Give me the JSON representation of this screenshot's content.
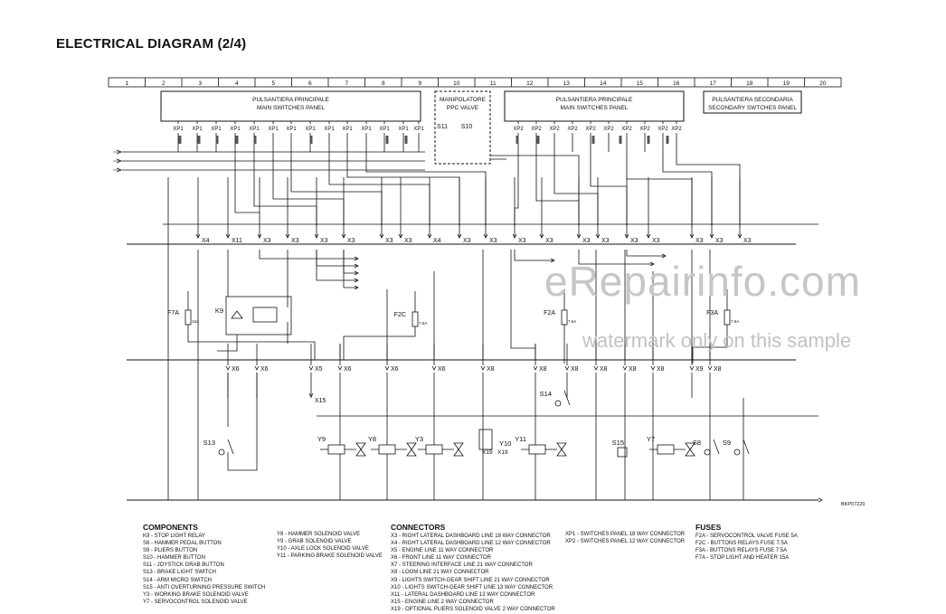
{
  "title": "ELECTRICAL DIAGRAM (2/4)",
  "columns": [
    "1",
    "2",
    "3",
    "4",
    "5",
    "6",
    "7",
    "8",
    "9",
    "10",
    "11",
    "12",
    "13",
    "14",
    "15",
    "16",
    "17",
    "18",
    "19",
    "20"
  ],
  "panels": {
    "main_left": {
      "line1": "PULSANTIERA PRINCIPALE",
      "line2": "MAIN SWITCHES PANEL"
    },
    "ppc": {
      "line1": "MANIPOLATORE",
      "line2": "PPC VALVE"
    },
    "main_right": {
      "line1": "PULSANTIERA PRINCIPALE",
      "line2": "MAIN SWITCHES PANEL"
    },
    "secondary": {
      "line1": "PULSANTIERA SECONDARIA",
      "line2": "SECONDARY SWTCHES PANEL"
    }
  },
  "top_connectors_left": [
    "XP1",
    "XP1",
    "XP1",
    "XP1",
    "XP1",
    "XP1",
    "XP1",
    "XP1",
    "XP1",
    "XP1",
    "XP1",
    "XP1",
    "XP1",
    "XP1"
  ],
  "top_connectors_right": [
    "XP2",
    "XP2",
    "XP2",
    "XP2",
    "XP2",
    "XP2",
    "XP2",
    "XP2",
    "XP2",
    "XP2"
  ],
  "ppc_switches": [
    "S11",
    "S10"
  ],
  "row1_connectors": [
    "X4",
    "X11",
    "X3",
    "X3",
    "X3",
    "X3",
    "X3",
    "X3",
    "X4",
    "X3",
    "X3",
    "X3",
    "X3",
    "X3",
    "X3",
    "X3",
    "X3"
  ],
  "row2_connectors": [
    "X6",
    "X6",
    "X5",
    "X6",
    "X6",
    "X6",
    "X8",
    "X8",
    "X8",
    "X8",
    "X8",
    "X8",
    "X9",
    "X8"
  ],
  "fuses": [
    {
      "id": "F7A",
      "rating": "15A"
    },
    {
      "id": "F2C",
      "rating": "7.5A"
    },
    {
      "id": "F2A",
      "rating": "7.5A"
    },
    {
      "id": "F3A",
      "rating": "7.5A"
    }
  ],
  "relay": "K9",
  "connector_x15": "X15",
  "switches_bottom": [
    "S13",
    "S14",
    "S15",
    "S8",
    "S9"
  ],
  "valves": [
    "Y9",
    "Y8",
    "Y3",
    "Y10",
    "Y11",
    "Y7"
  ],
  "x19": [
    "X19",
    "X19"
  ],
  "drawing_code": "BKP07220",
  "watermark": {
    "main": "eRepairinfo.com",
    "sub": "watermark only on this sample"
  },
  "legend": {
    "components": {
      "heading": "COMPONENTS",
      "col1": [
        "K9 - STOP LIGHT RELAY",
        "S8 - HAMMER PEDAL BUTTON",
        "S9 - PLIERS BUTTON",
        "S10 - HAMMER BUTTON",
        "S11 - JOYSTICK GRAB BUTTON",
        "S13 - BRAKE LIGHT SWITCH",
        "S14 - ARM MICRO SWITCH",
        "S15 - ANTI OVERTURNING PRESSURE SWITCH",
        "Y3 - WORKING BRAKE SOLENOID VALVE",
        "Y7 - SERVOCONTROL SOLENOID VALVE"
      ],
      "col2": [
        "Y8 - HAMMER SOLENOID VALVE",
        "Y9 - GRAB SOLENOID VALVE",
        "Y10 - AXLE LOCK SOLENOID VALVE",
        "Y11 - PARKING BRAKE SOLENOID VALVE"
      ]
    },
    "connectors": {
      "heading": "CONNECTORS",
      "col1": [
        "X3 - RIGHT LATERAL DASHBOARD LINE 18 WAY CONNECTOR",
        "X4 - RIGHT LATERAL DASHBOARD LINE 12 WAY CONNECTOR",
        "X5 - ENGINE LINE 11 WAY CONNECTOR",
        "X6 - FRONT LINE 11 WAY CONNECTOR",
        "X7 - STEERING INTERFACE LINE 21 WAY CONNECTOR",
        "X8 - LOOM LINE 21 WAY CONNECTOR",
        "X9 - LIGHTS SWITCH-GEAR SHIFT LINE 21 WAY CONNECTOR",
        "X10 - LIGHTS SWITCH-GEAR SHIFT LINE 13 WAY CONNECTOR",
        "X11 - LATERAL DASHBOARD LINE 13 WAY CONNECTOR",
        "X15 - ENGINE LINE 2 WAY CONNECTOR",
        "X19 - OPTIONAL PLIERS SOLENOID VALVE 2 WAY CONNECTOR"
      ],
      "col2": [
        "XP1 - SWITCHES PANEL 18 WAY CONNECTOR",
        "XP2 - SWITCHES PANEL 12 WAY CONNECTOR"
      ]
    },
    "fuses": {
      "heading": "FUSES",
      "col1": [
        "F2A - SERVOCONTROL VALVE FUSE 5A",
        "F2C - BUTTONS RELAYS FUSE 7.5A",
        "F3A - BUTTONS RELAYS FUSE 7.5A",
        "F7A - STOP LIGHT AND HEATER 15A"
      ]
    }
  }
}
